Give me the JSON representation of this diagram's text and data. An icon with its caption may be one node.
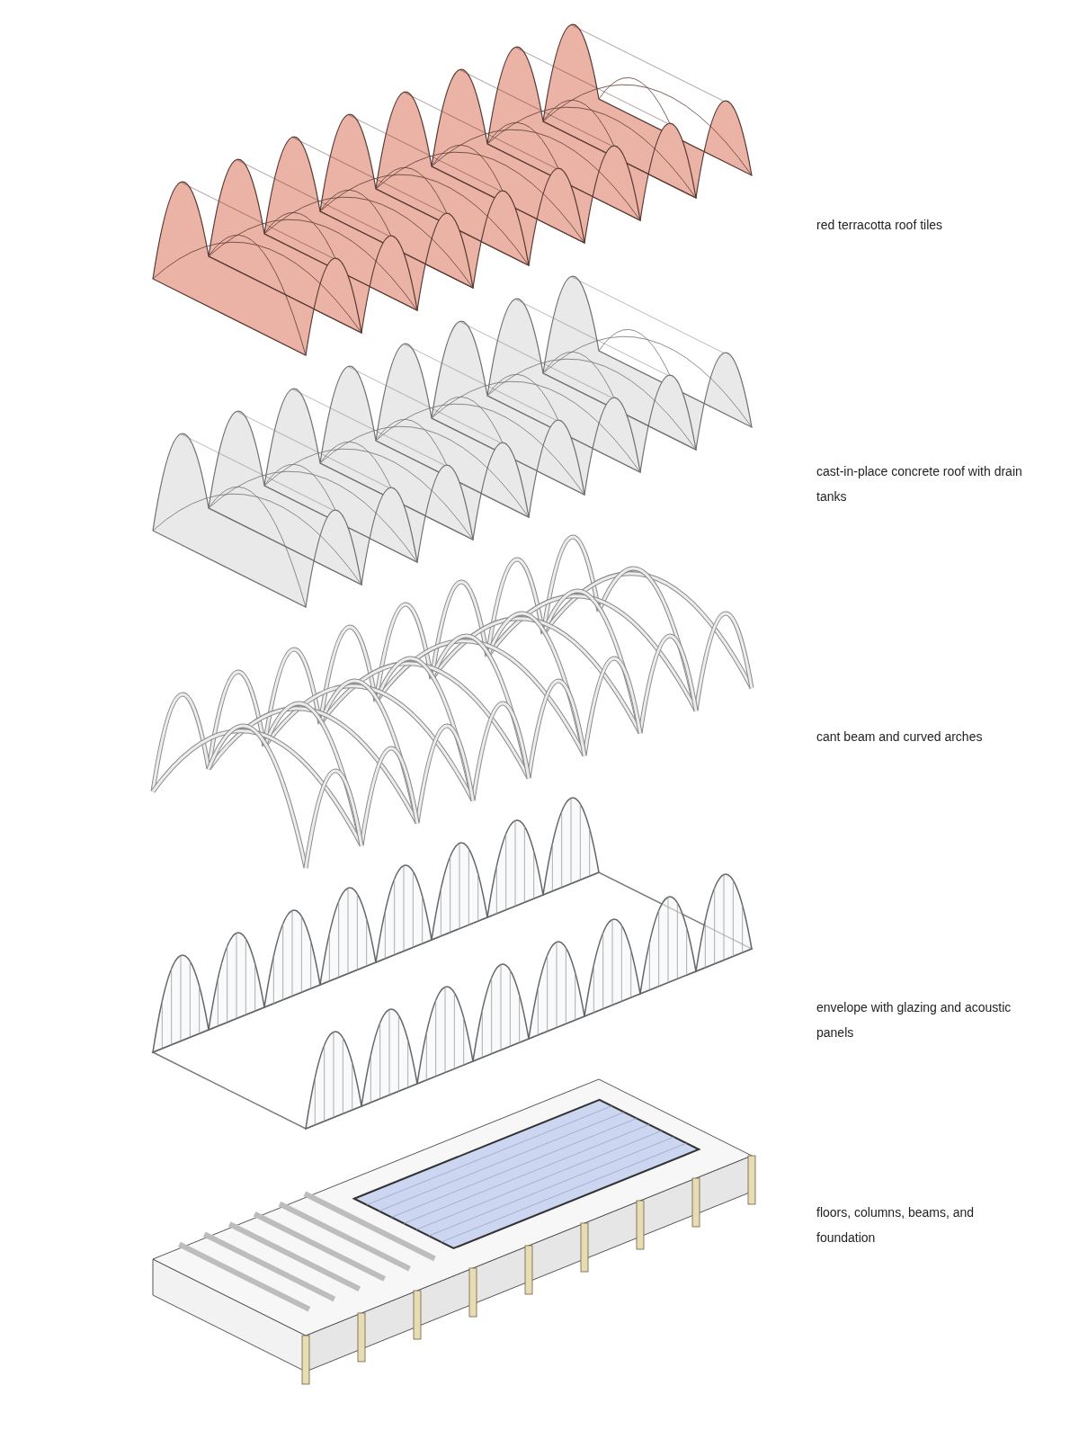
{
  "diagram": {
    "labels": [
      "red terracotta roof tiles",
      "cast-in-place concrete roof with drain tanks",
      "cant beam and curved arches",
      "envelope with glazing and acoustic panels",
      "floors, columns, beams, and foundation"
    ]
  }
}
